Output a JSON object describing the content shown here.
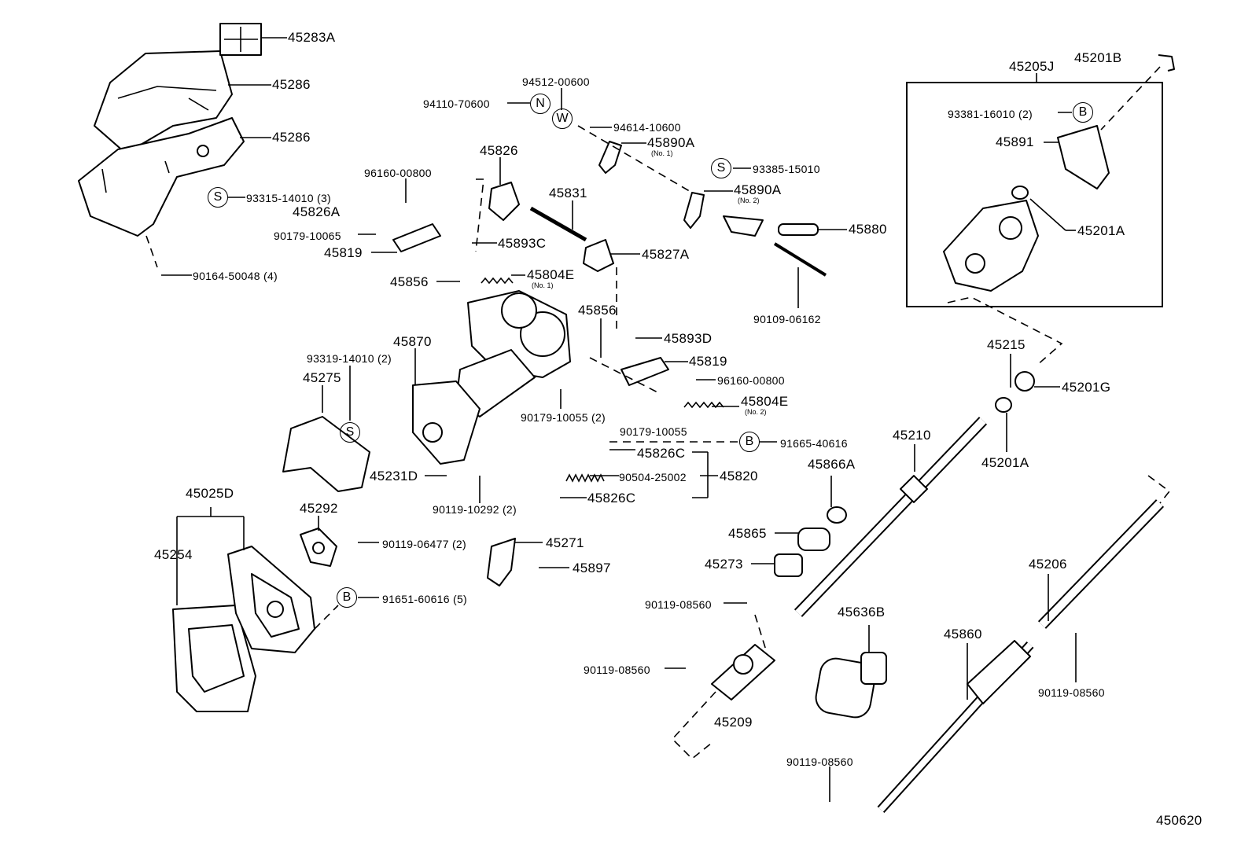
{
  "diagram": {
    "callouts": {
      "p45283A": "45283A",
      "p45286a": "45286",
      "p45286b": "45286",
      "p93315": "93315-14010 (3)",
      "p45826A": "45826A",
      "p90179_10065": "90179-10065",
      "p45819a": "45819",
      "p90164": "90164-50048 (4)",
      "p94512": "94512-00600",
      "p94110": "94110-70600",
      "p94614": "94614-10600",
      "p45890A_1": "45890A",
      "p45826": "45826",
      "p96160a": "96160-00800",
      "p45831": "45831",
      "p45893C": "45893C",
      "p45827A": "45827A",
      "p93385": "93385-15010",
      "p45890A_2": "45890A",
      "p45880": "45880",
      "p90109": "90109-06162",
      "p45856a": "45856",
      "p45804E_1": "45804E",
      "p45856b": "45856",
      "p45893D": "45893D",
      "p45819b": "45819",
      "p96160b": "96160-00800",
      "p45804E_2": "45804E",
      "p45870": "45870",
      "p93319": "93319-14010 (2)",
      "p45275": "45275",
      "p90179_10055a": "90179-10055 (2)",
      "p90179_10055b": "90179-10055",
      "p91665": "91665-40616",
      "p45826C_1": "45826C",
      "p90504": "90504-25002",
      "p45820": "45820",
      "p45826C_2": "45826C",
      "p45231D": "45231D",
      "p90119_10292": "90119-10292 (2)",
      "p45025D": "45025D",
      "p45254": "45254",
      "p45292": "45292",
      "p90119_06477": "90119-06477 (2)",
      "p45271": "45271",
      "p45897": "45897",
      "p91651": "91651-60616 (5)",
      "p45205J": "45205J",
      "p45201B": "45201B",
      "p93381": "93381-16010 (2)",
      "p45891": "45891",
      "p45201A_1": "45201A",
      "p45215": "45215",
      "p45201G": "45201G",
      "p45201A_2": "45201A",
      "p45210": "45210",
      "p45866A": "45866A",
      "p45865": "45865",
      "p45273": "45273",
      "p90119_08560a": "90119-08560",
      "p90119_08560b": "90119-08560",
      "p45209": "45209",
      "p45636B": "45636B",
      "p45206": "45206",
      "p45860": "45860",
      "p90119_08560c": "90119-08560",
      "p90119_08560d": "90119-08560"
    },
    "notes": {
      "no1a": "(No. 1)",
      "no2a": "(No. 2)",
      "no1b": "(No. 1)",
      "no2b": "(No. 2)"
    },
    "symbols": {
      "n": "N",
      "w": "W",
      "s1": "S",
      "s2": "S",
      "s3": "S",
      "b1": "B",
      "b2": "B",
      "b3": "B"
    },
    "figure_number": "450620"
  }
}
